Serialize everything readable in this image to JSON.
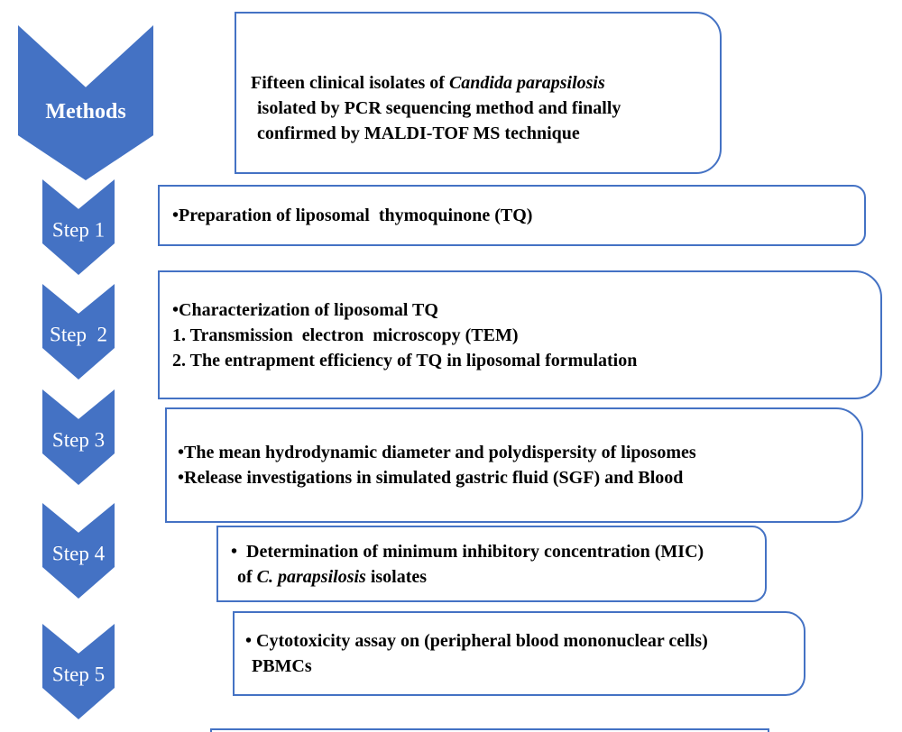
{
  "palette": {
    "shape_blue": "#4472C4",
    "border_blue": "#4472C4",
    "text_black": "#000000",
    "label_white": "#FFFFFF",
    "bg": "#FFFFFF"
  },
  "chevrons": {
    "methods": "Methods",
    "steps": [
      "Step 1",
      "Step  2",
      "Step 3",
      "Step 4",
      "Step 5"
    ]
  },
  "boxes": {
    "methods": {
      "line1_pre": "Fifteen clinical isolates of ",
      "line1_italic": "Candida parapsilosis",
      "line2": "isolated by PCR sequencing method and finally",
      "line3": "confirmed by MALDI-TOF MS technique"
    },
    "step1": {
      "line1": "•Preparation of liposomal  thymoquinone (TQ)"
    },
    "step2": {
      "line1": "•Characterization of liposomal TQ",
      "line2": "1. Transmission  electron  microscopy (TEM)",
      "line3": "2. The entrapment efficiency of TQ in liposomal formulation"
    },
    "step3": {
      "line1": "•The mean hydrodynamic diameter and polydispersity of liposomes",
      "line2": "•Release investigations in simulated gastric fluid (SGF) and Blood"
    },
    "step4": {
      "line1": "•  Determination of minimum inhibitory concentration (MIC)",
      "line2_pre": "of ",
      "line2_italic": "C. parapsilosis",
      "line2_post": " isolates"
    },
    "step5": {
      "line1": "• Cytotoxicity assay on (peripheral blood mononuclear cells)",
      "line2": "PBMCs"
    }
  }
}
